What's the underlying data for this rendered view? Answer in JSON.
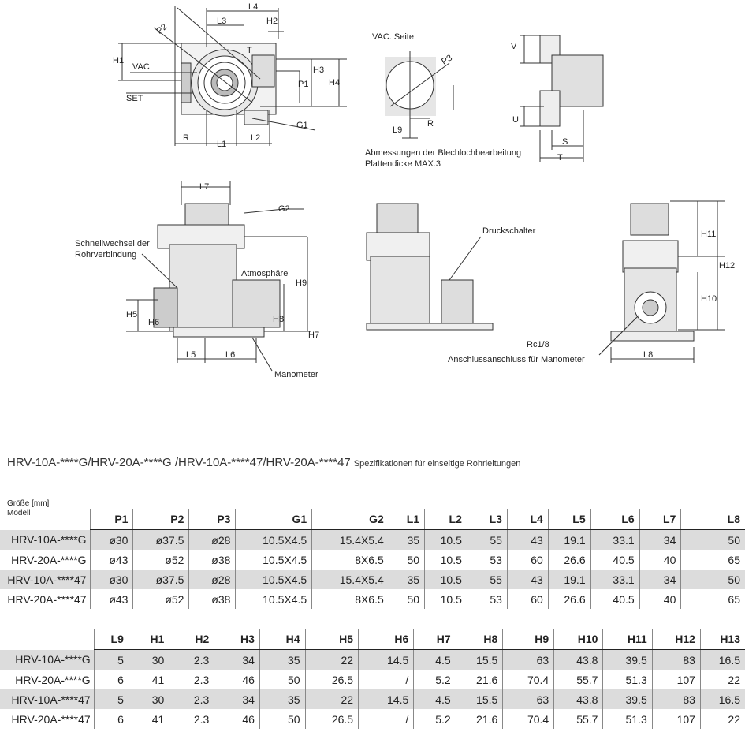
{
  "drawing_labels": {
    "top_left": {
      "L4": "L4",
      "L3": "L3",
      "H2": "H2",
      "P2": "P2",
      "H1": "H1",
      "VAC": "VAC",
      "SET": "SET",
      "T": "T",
      "H3": "H3",
      "P1": "P1",
      "H4": "H4",
      "G1": "G1",
      "R": "R",
      "L1": "L1",
      "L2": "L2"
    },
    "panel_cutout": {
      "title": "VAC. Seite",
      "P3": "P3",
      "L9": "L9",
      "R": "R",
      "caption_line1": "Abmessungen der Blechlochbearbeitung",
      "caption_line2": "Plattendicke MAX.3"
    },
    "fitting": {
      "V": "V",
      "U": "U",
      "S": "S",
      "T": "T"
    },
    "front": {
      "L7": "L7",
      "G2": "G2",
      "quick_change_line1": "Schnellwechsel der",
      "quick_change_line2": "Rohrverbindung",
      "atmosphere": "Atmosphäre",
      "H9": "H9",
      "H5": "H5",
      "H6": "H6",
      "H8": "H8",
      "H7": "H7",
      "L5": "L5",
      "L6": "L6",
      "gauge": "Manometer"
    },
    "side": {
      "pressure_switch": "Druckschalter"
    },
    "right": {
      "H11": "H11",
      "H12": "H12",
      "H10": "H10",
      "port": "Rc1/8",
      "port_desc": "Anschlussanschluss für Manometer",
      "L8": "L8"
    }
  },
  "title": {
    "models": "HRV-10A-****G/HRV-20A-****G /HRV-10A-****47/HRV-20A-****47",
    "subtitle": "Spezifikationen für einseitige Rohrleitungen"
  },
  "table_header_note": {
    "line1": "Größe [mm]",
    "line2": "Modell"
  },
  "table1": {
    "columns": [
      "P1",
      "P2",
      "P3",
      "G1",
      "G2",
      "L1",
      "L2",
      "L3",
      "L4",
      "L5",
      "L6",
      "L7",
      "L8"
    ],
    "rows": [
      {
        "model": "HRV-10A-****G",
        "values": [
          "ø30",
          "ø37.5",
          "ø28",
          "10.5X4.5",
          "15.4X5.4",
          "35",
          "10.5",
          "55",
          "43",
          "19.1",
          "33.1",
          "34",
          "50"
        ]
      },
      {
        "model": "HRV-20A-****G",
        "values": [
          "ø43",
          "ø52",
          "ø38",
          "10.5X4.5",
          "8X6.5",
          "50",
          "10.5",
          "53",
          "60",
          "26.6",
          "40.5",
          "40",
          "65"
        ]
      },
      {
        "model": "HRV-10A-****47",
        "values": [
          "ø30",
          "ø37.5",
          "ø28",
          "10.5X4.5",
          "15.4X5.4",
          "35",
          "10.5",
          "55",
          "43",
          "19.1",
          "33.1",
          "34",
          "50"
        ]
      },
      {
        "model": "HRV-20A-****47",
        "values": [
          "ø43",
          "ø52",
          "ø38",
          "10.5X4.5",
          "8X6.5",
          "50",
          "10.5",
          "53",
          "60",
          "26.6",
          "40.5",
          "40",
          "65"
        ]
      }
    ]
  },
  "table2": {
    "columns": [
      "L9",
      "H1",
      "H2",
      "H3",
      "H4",
      "H5",
      "H6",
      "H7",
      "H8",
      "H9",
      "H10",
      "H11",
      "H12",
      "H13"
    ],
    "rows": [
      {
        "model": "HRV-10A-****G",
        "values": [
          "5",
          "30",
          "2.3",
          "34",
          "35",
          "22",
          "14.5",
          "4.5",
          "15.5",
          "63",
          "43.8",
          "39.5",
          "83",
          "16.5"
        ]
      },
      {
        "model": "HRV-20A-****G",
        "values": [
          "6",
          "41",
          "2.3",
          "46",
          "50",
          "26.5",
          "/",
          "5.2",
          "21.6",
          "70.4",
          "55.7",
          "51.3",
          "107",
          "22"
        ]
      },
      {
        "model": "HRV-10A-****47",
        "values": [
          "5",
          "30",
          "2.3",
          "34",
          "35",
          "22",
          "14.5",
          "4.5",
          "15.5",
          "63",
          "43.8",
          "39.5",
          "83",
          "16.5"
        ]
      },
      {
        "model": "HRV-20A-****47",
        "values": [
          "6",
          "41",
          "2.3",
          "46",
          "50",
          "26.5",
          "/",
          "5.2",
          "21.6",
          "70.4",
          "55.7",
          "51.3",
          "107",
          "22"
        ]
      }
    ]
  }
}
